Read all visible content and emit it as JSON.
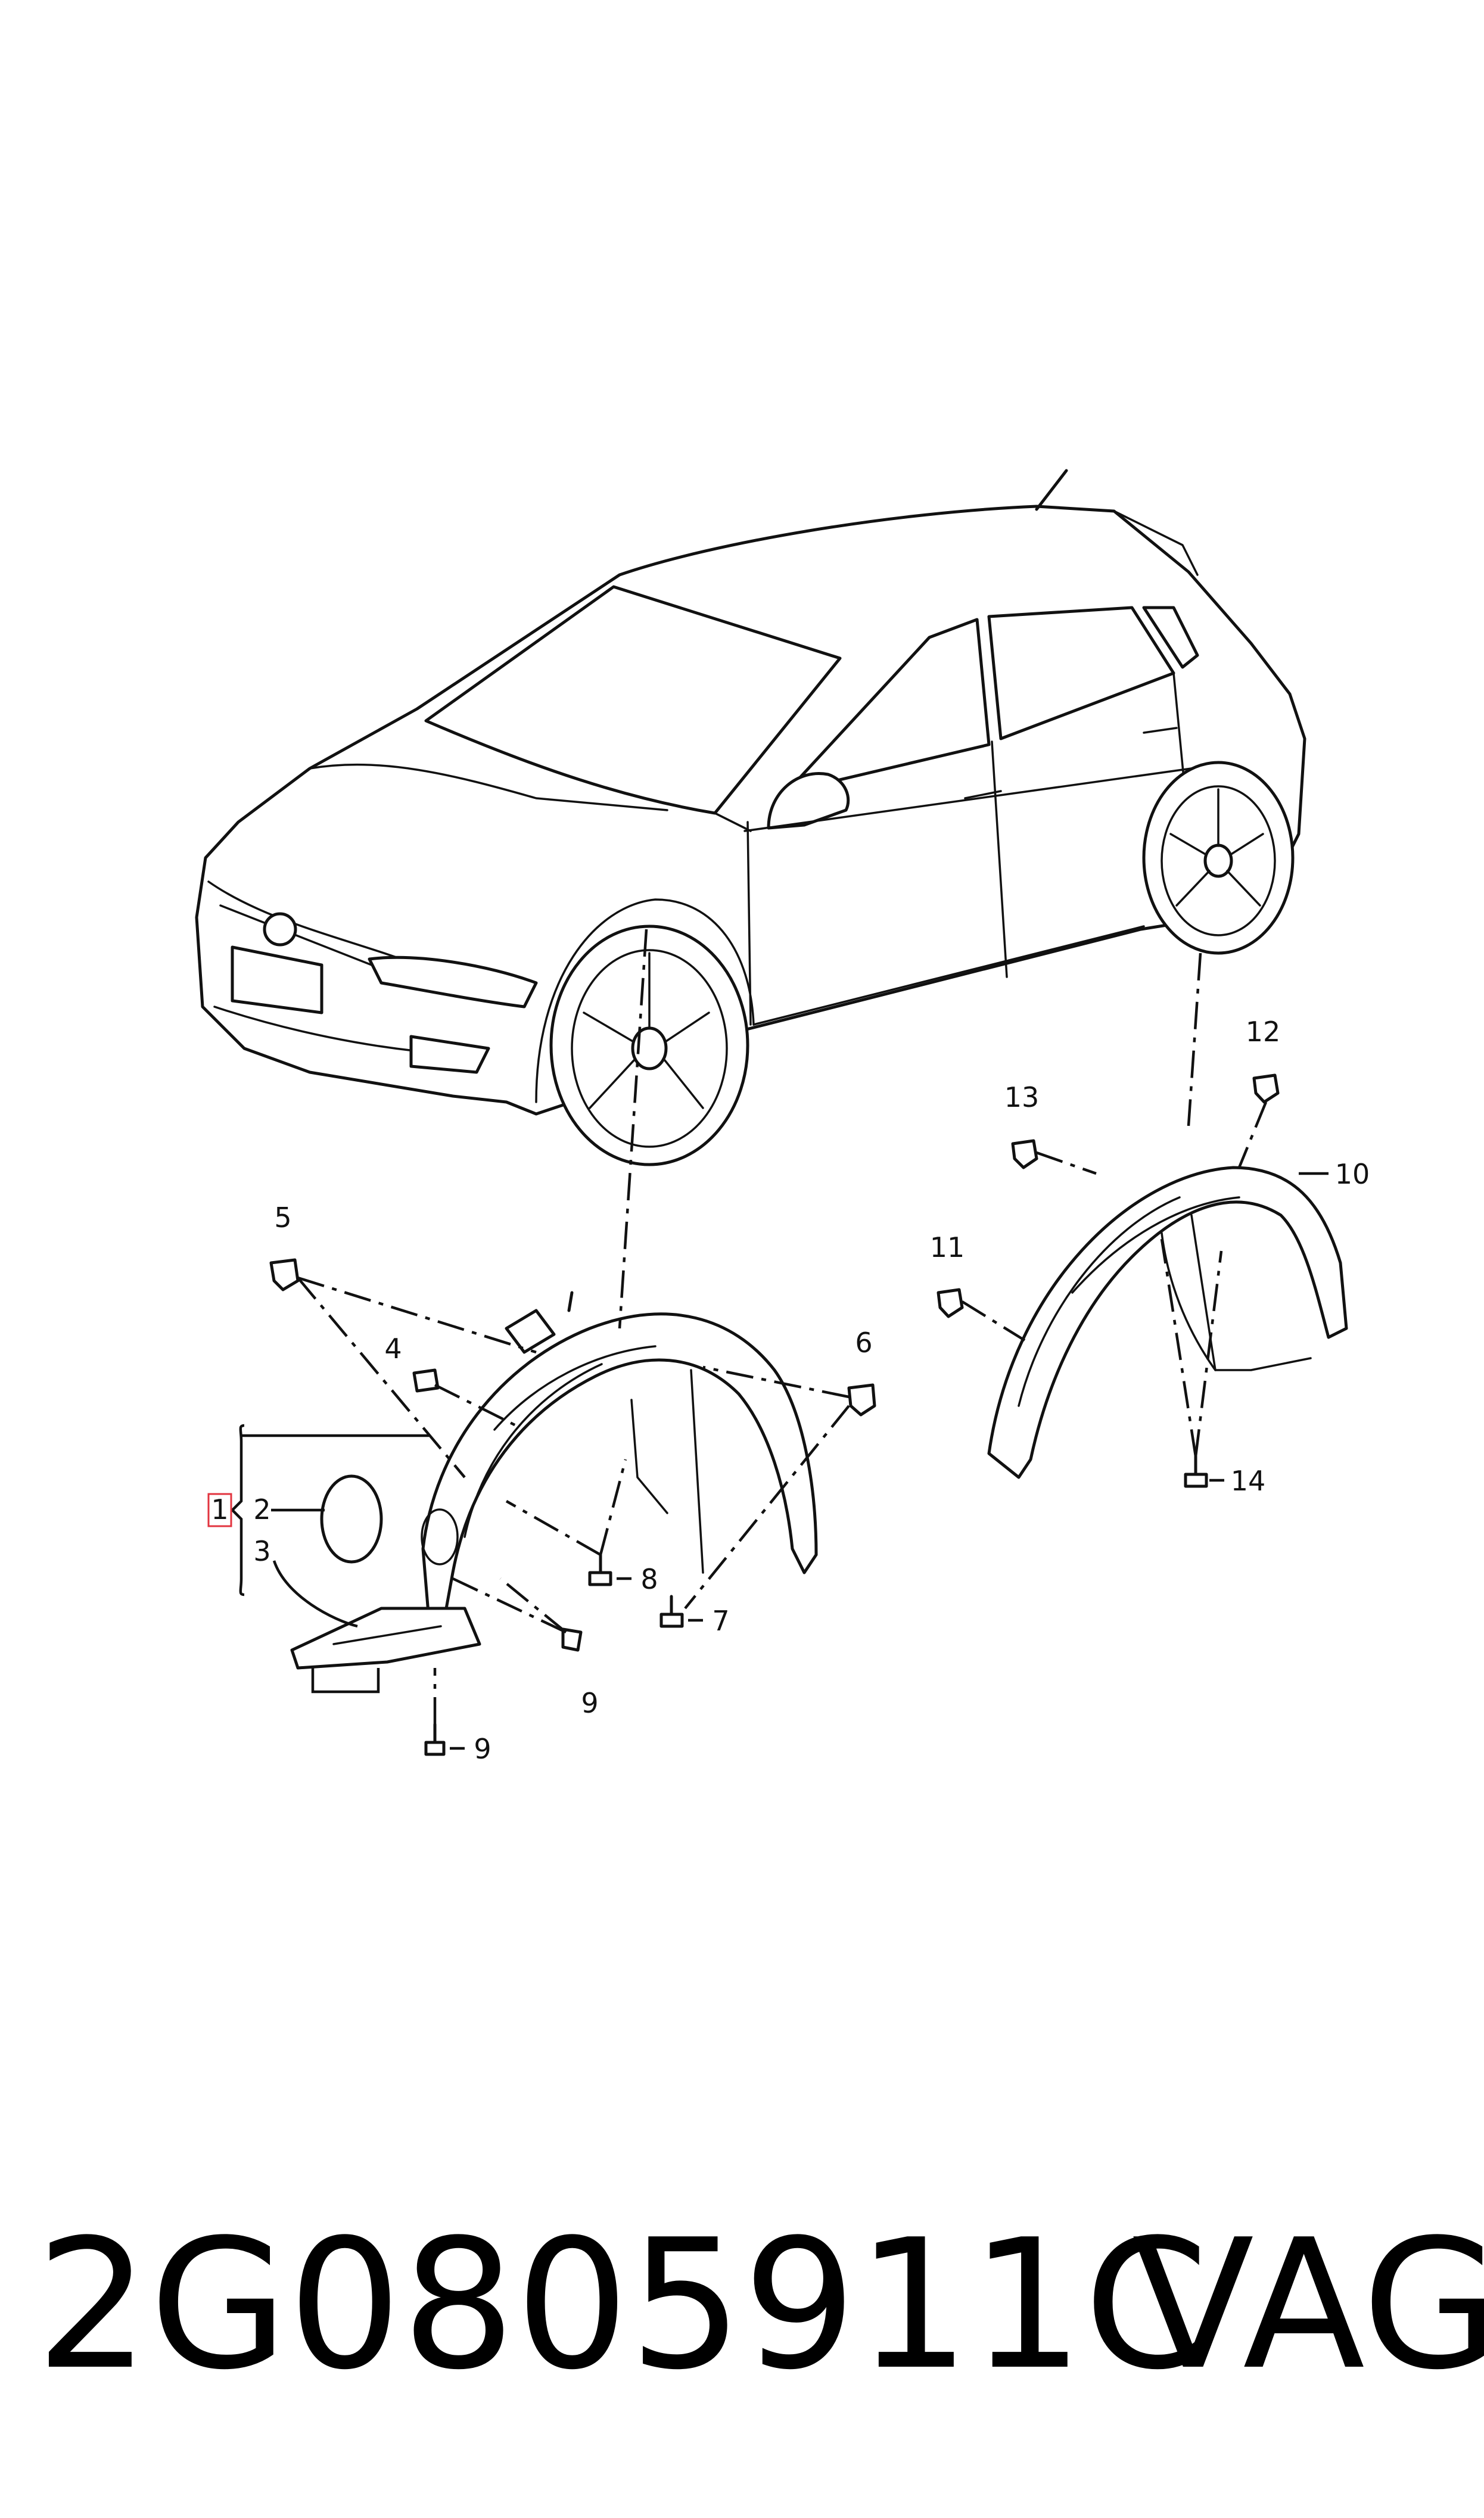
{
  "callouts": [
    "1",
    "2",
    "3",
    "4",
    "5",
    "6",
    "7",
    "8",
    "9",
    "10",
    "11",
    "12",
    "13",
    "14"
  ],
  "caption": {
    "part_number": "2G0805911C",
    "brand": "VAG"
  },
  "highlight_color": "#e2343f",
  "line_color": "#111111"
}
